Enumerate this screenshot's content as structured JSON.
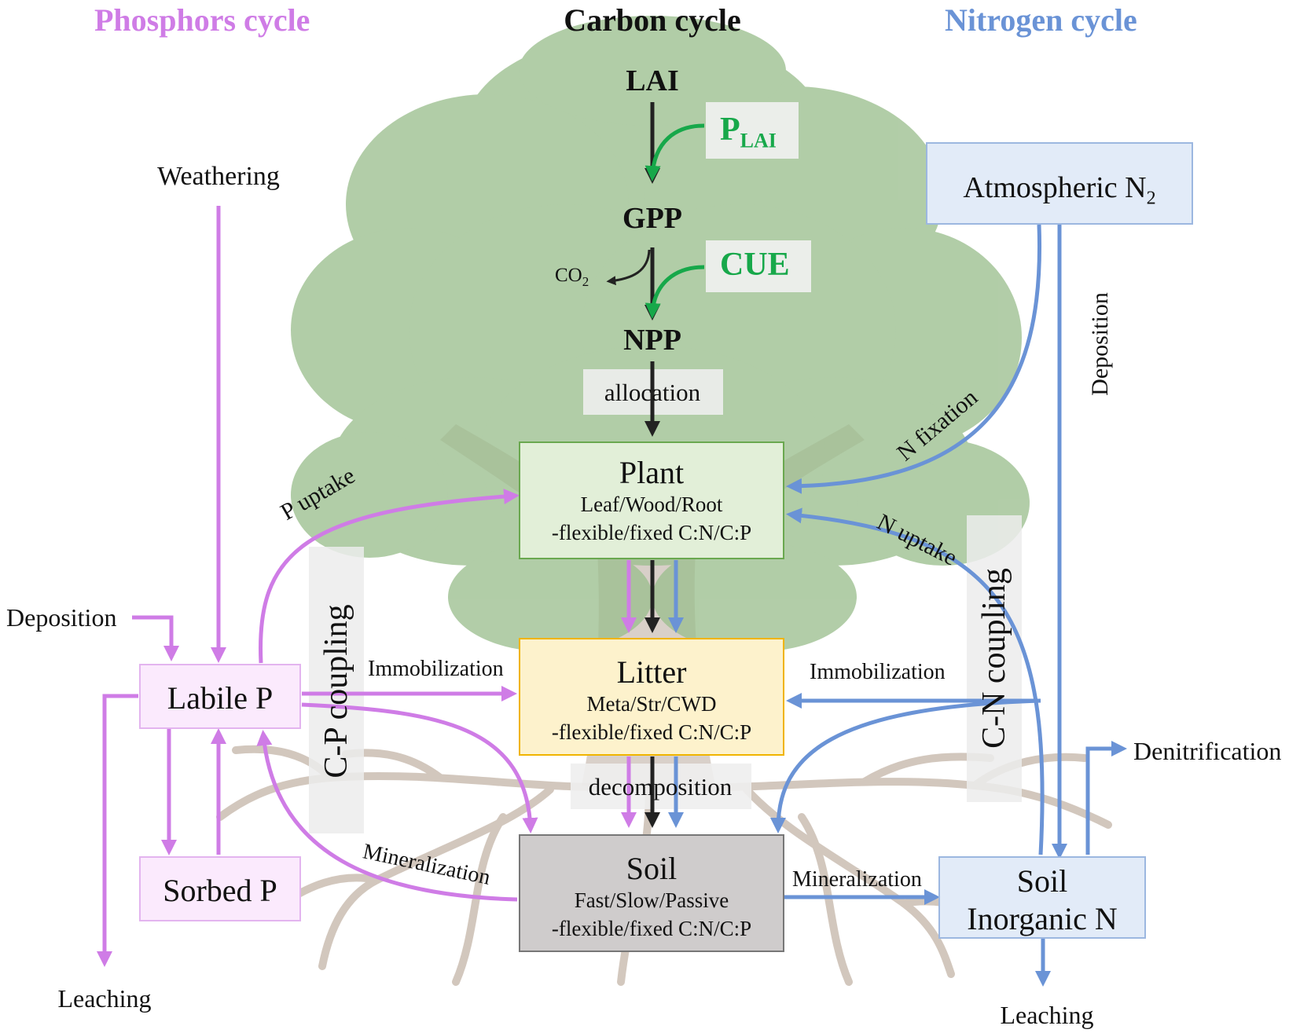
{
  "titles": {
    "phosphorus": "Phosphors cycle",
    "carbon": "Carbon cycle",
    "nitrogen": "Nitrogen cycle"
  },
  "carbon_chain": {
    "lai": "LAI",
    "gpp": "GPP",
    "npp": "NPP",
    "co2": "CO",
    "co2_sub": "2",
    "p_lai": "P",
    "p_lai_sub": "LAI",
    "cue": "CUE",
    "allocation": "allocation",
    "decomposition": "decomposition"
  },
  "boxes": {
    "plant": {
      "title": "Plant",
      "line1": "Leaf/Wood/Root",
      "line2": "-flexible/fixed C:N/C:P"
    },
    "litter": {
      "title": "Litter",
      "line1": "Meta/Str/CWD",
      "line2": "-flexible/fixed C:N/C:P"
    },
    "soil": {
      "title": "Soil",
      "line1": "Fast/Slow/Passive",
      "line2": "-flexible/fixed C:N/C:P"
    },
    "labile_p": {
      "title": "Labile P"
    },
    "sorbed_p": {
      "title": "Sorbed P"
    },
    "atm_n2": {
      "title": "Atmospheric N",
      "sub": "2"
    },
    "soil_inorg_n": {
      "line1": "Soil",
      "line2": "Inorganic N"
    }
  },
  "phosphorus_labels": {
    "weathering": "Weathering",
    "deposition": "Deposition",
    "leaching": "Leaching",
    "p_uptake": "P uptake",
    "immobilization": "Immobilization",
    "mineralization": "Mineralization",
    "coupling": "C-P coupling"
  },
  "nitrogen_labels": {
    "deposition": "Deposition",
    "n_fixation": "N fixation",
    "n_uptake": "N uptake",
    "immobilization": "Immobilization",
    "mineralization": "Mineralization",
    "denitrification": "Denitrification",
    "leaching": "Leaching",
    "coupling": "C-N coupling"
  },
  "colors": {
    "phosphorus": "#cf7ce6",
    "carbon": "#222222",
    "nitrogen": "#6a93d6",
    "green_param": "#17a84a",
    "tree": "#9cbf8f",
    "roots": "#b9a99c"
  }
}
